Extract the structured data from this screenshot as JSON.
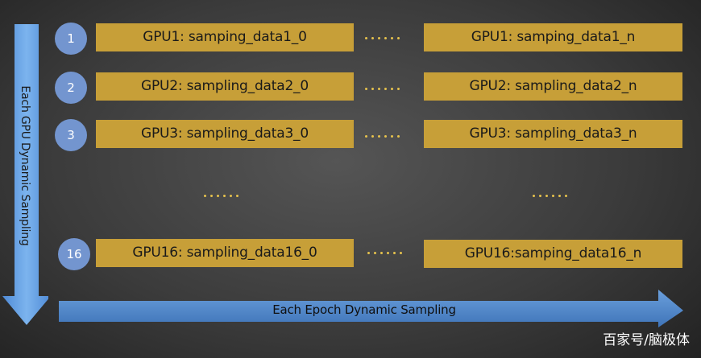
{
  "vertical_arrow": {
    "label": "Each GPU Dynamic Sampling",
    "color": "#6aa3e2"
  },
  "horizontal_arrow": {
    "label": "Each Epoch Dynamic Sampling",
    "color": "#5a8fd0"
  },
  "rows": [
    {
      "number": "1",
      "first": "GPU1: samping_data1_0",
      "last": "GPU1: samping_data1_n"
    },
    {
      "number": "2",
      "first": "GPU2: sampling_data2_0",
      "last": "GPU2: sampling_data2_n"
    },
    {
      "number": "3",
      "first": "GPU3: sampling_data3_0",
      "last": "GPU3: sampling_data3_n"
    },
    {
      "number": "16",
      "first": "GPU16: sampling_data16_0",
      "last": "GPU16:samping_data16_n"
    }
  ],
  "colors": {
    "box": "#c79f38",
    "circle": "#7395cf",
    "dots": "#e6c24d"
  },
  "watermark": "百家号/脑极体"
}
